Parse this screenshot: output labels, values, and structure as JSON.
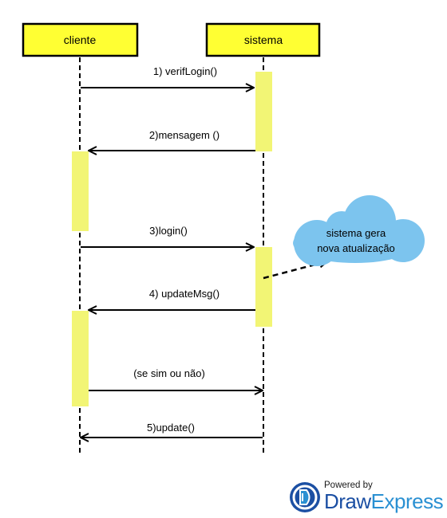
{
  "colors": {
    "actor_fill": "#ffff33",
    "activation_fill": "#f2f575",
    "cloud_fill": "#7cc4ee",
    "line": "#000000",
    "logo_dark": "#1b4fa3",
    "logo_light": "#2a90d2"
  },
  "actors": [
    {
      "id": "cliente",
      "label": "cliente"
    },
    {
      "id": "sistema",
      "label": "sistema"
    }
  ],
  "messages": [
    {
      "number": 1,
      "label": "1) verifLogin()",
      "from": "cliente",
      "to": "sistema"
    },
    {
      "number": 2,
      "label": "2)mensagem ()",
      "from": "sistema",
      "to": "cliente"
    },
    {
      "number": 3,
      "label": "3)login()",
      "from": "cliente",
      "to": "sistema"
    },
    {
      "number": 4,
      "label": "4) updateMsg()",
      "from": "sistema",
      "to": "cliente"
    },
    {
      "number": null,
      "label": "(se sim ou não)",
      "from": "cliente",
      "to": "sistema"
    },
    {
      "number": 5,
      "label": "5)update()",
      "from": "sistema",
      "to": "cliente"
    }
  ],
  "note": {
    "line1": "sistema gera",
    "line2": "nova atualização",
    "icon": "cloud-icon"
  },
  "logo": {
    "powered_by": "Powered by",
    "brand_part1": "Draw",
    "brand_part2": "Express",
    "icon": "drawexpress-logo-icon"
  }
}
